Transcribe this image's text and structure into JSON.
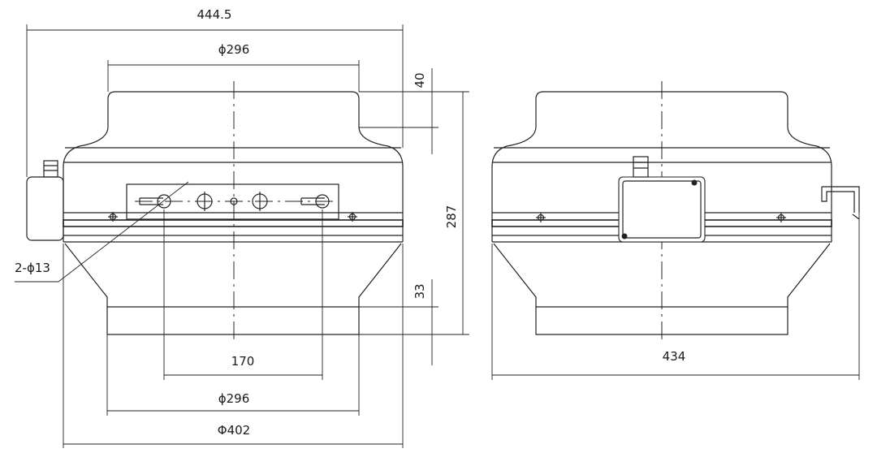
{
  "drawing": {
    "front_view": {
      "dim_total_width": "444.5",
      "dim_inlet_top": "ϕ296",
      "dim_inlet_bottom": "ϕ296",
      "dim_outer": "Φ402",
      "dim_slot_spacing": "170",
      "dim_top_flange": "40",
      "dim_bottom_flange": "33",
      "dim_height": "287",
      "hole_callout": "2-ϕ13"
    },
    "side_view": {
      "dim_width": "434"
    }
  }
}
